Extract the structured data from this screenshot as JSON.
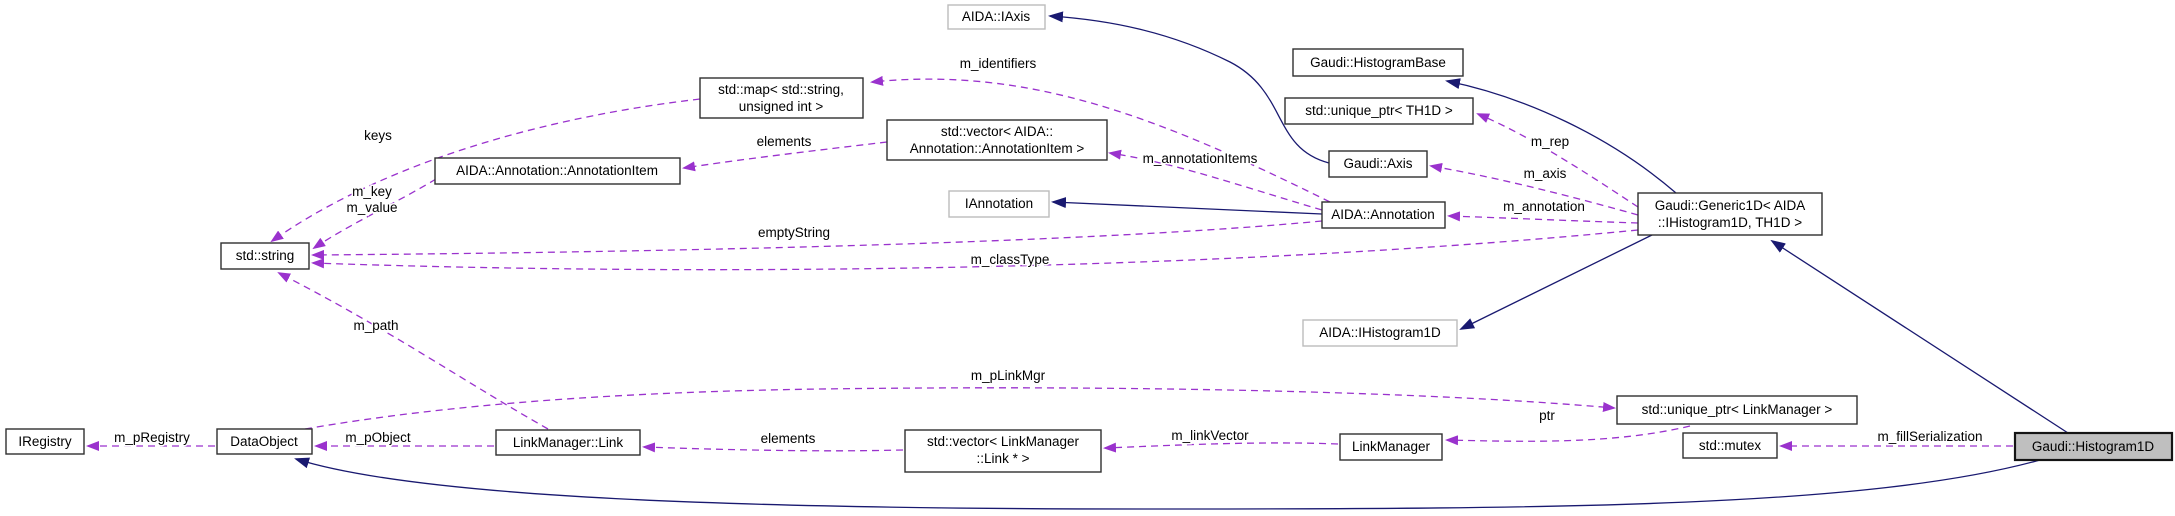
{
  "diagram": {
    "type": "doxygen-collaboration-graph",
    "selected_node": "Gaudi::Histogram1D",
    "colors": {
      "usage_edge": "#9a32cd",
      "inheritance_edge": "#191970",
      "node_border": "#2f2f2f",
      "external_node_border": "#bcbcbc",
      "selected_node_fill": "#bfbfbf",
      "background": "#ffffff"
    },
    "nodes": {
      "aida_iaxis": {
        "label": "AIDA::IAxis"
      },
      "histogram_base": {
        "label": "Gaudi::HistogramBase"
      },
      "unique_ptr_th1d": {
        "label": "std::unique_ptr< TH1D >"
      },
      "gaudi_axis": {
        "label": "Gaudi::Axis"
      },
      "std_map": {
        "line1": "std::map< std::string,",
        "line2": "unsigned int >"
      },
      "vector_annotation_item": {
        "line1": "std::vector< AIDA::",
        "line2": "Annotation::AnnotationItem >"
      },
      "annotation_item": {
        "label": "AIDA::Annotation::AnnotationItem"
      },
      "iannotation": {
        "label": "IAnnotation"
      },
      "aida_annotation": {
        "label": "AIDA::Annotation"
      },
      "generic1d": {
        "line1": "Gaudi::Generic1D< AIDA",
        "line2": "::IHistogram1D, TH1D >"
      },
      "std_string": {
        "label": "std::string"
      },
      "aida_ihistogram1d": {
        "label": "AIDA::IHistogram1D"
      },
      "unique_ptr_linkmanager": {
        "label": "std::unique_ptr< LinkManager >"
      },
      "iregistry": {
        "label": "IRegistry"
      },
      "dataobject": {
        "label": "DataObject"
      },
      "linkmanager_link": {
        "label": "LinkManager::Link"
      },
      "vector_link": {
        "line1": "std::vector< LinkManager",
        "line2": "::Link * >"
      },
      "linkmanager": {
        "label": "LinkManager"
      },
      "std_mutex": {
        "label": "std::mutex"
      },
      "gaudi_histogram1d": {
        "label": "Gaudi::Histogram1D"
      }
    },
    "edge_labels": {
      "m_identifiers": "m_identifiers",
      "keys": "keys",
      "elements_top": "elements",
      "m_annotationItems": "m_annotationItems",
      "m_key": "m_key",
      "m_value": "m_value",
      "emptyString": "emptyString",
      "m_classType": "m_classType",
      "m_rep": "m_rep",
      "m_axis": "m_axis",
      "m_annotation": "m_annotation",
      "m_path": "m_path",
      "m_pRegistry": "m_pRegistry",
      "m_pObject": "m_pObject",
      "m_pLinkMgr": "m_pLinkMgr",
      "elements_bottom": "elements",
      "m_linkVector": "m_linkVector",
      "ptr": "ptr",
      "m_fillSerialization": "m_fillSerialization"
    }
  }
}
